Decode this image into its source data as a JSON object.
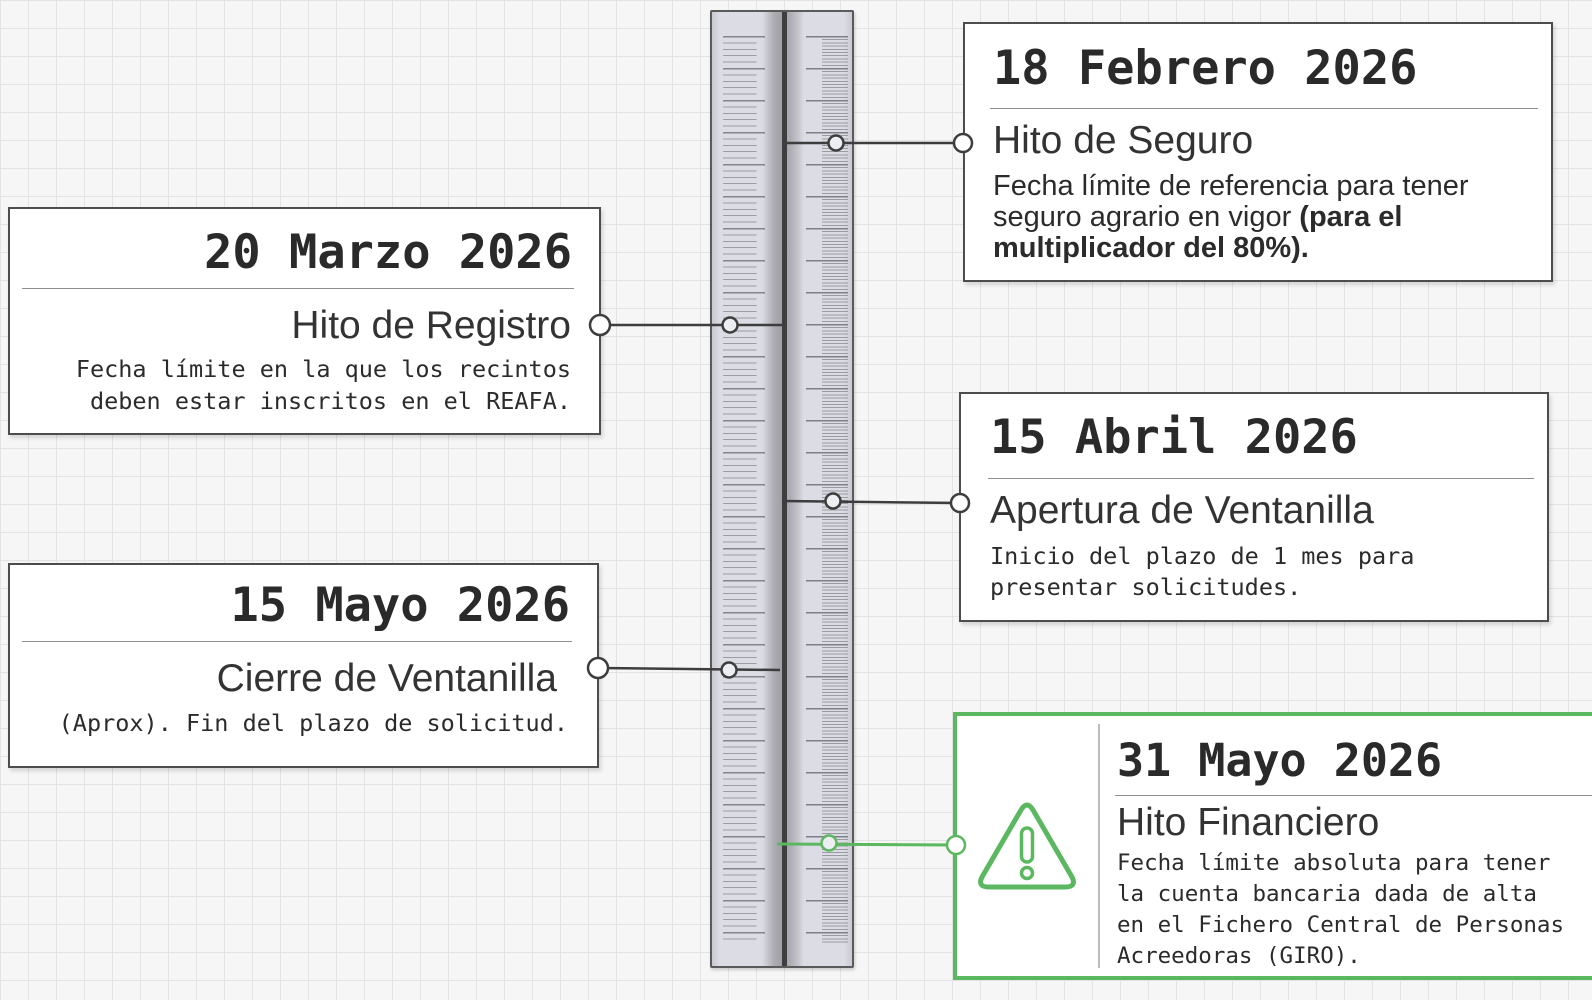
{
  "milestones": [
    {
      "date": "18 Febrero 2026",
      "title": "Hito de Seguro",
      "description": "Fecha límite de referencia para tener seguro agrario en vigor",
      "description_bold": "(para el multiplicador del 80%)."
    },
    {
      "date": "20 Marzo 2026",
      "title": "Hito de Registro",
      "description": "Fecha límite en la que los recintos deben estar inscritos en el REAFA."
    },
    {
      "date": "15 Abril 2026",
      "title": "Apertura de Ventanilla",
      "description": "Inicio del plazo de 1 mes para presentar solicitudes."
    },
    {
      "date": "15 Mayo 2026",
      "title": "Cierre de Ventanilla",
      "description": "(Aprox). Fin del plazo de solicitud."
    },
    {
      "date": "31 Mayo 2026",
      "title": "Hito Financiero",
      "description": "Fecha límite absoluta para tener la cuenta bancaria dada de alta en el Fichero Central de Personas Acreedoras (GIRO).",
      "highlighted": true,
      "icon": "warning-icon"
    }
  ],
  "colors": {
    "highlight": "#5cb860",
    "text": "#2b2b2b",
    "card_border": "#4d4d4d",
    "connector": "#3d3d3d",
    "ruler": "#dcdce4",
    "background": "#f6f6f6"
  }
}
